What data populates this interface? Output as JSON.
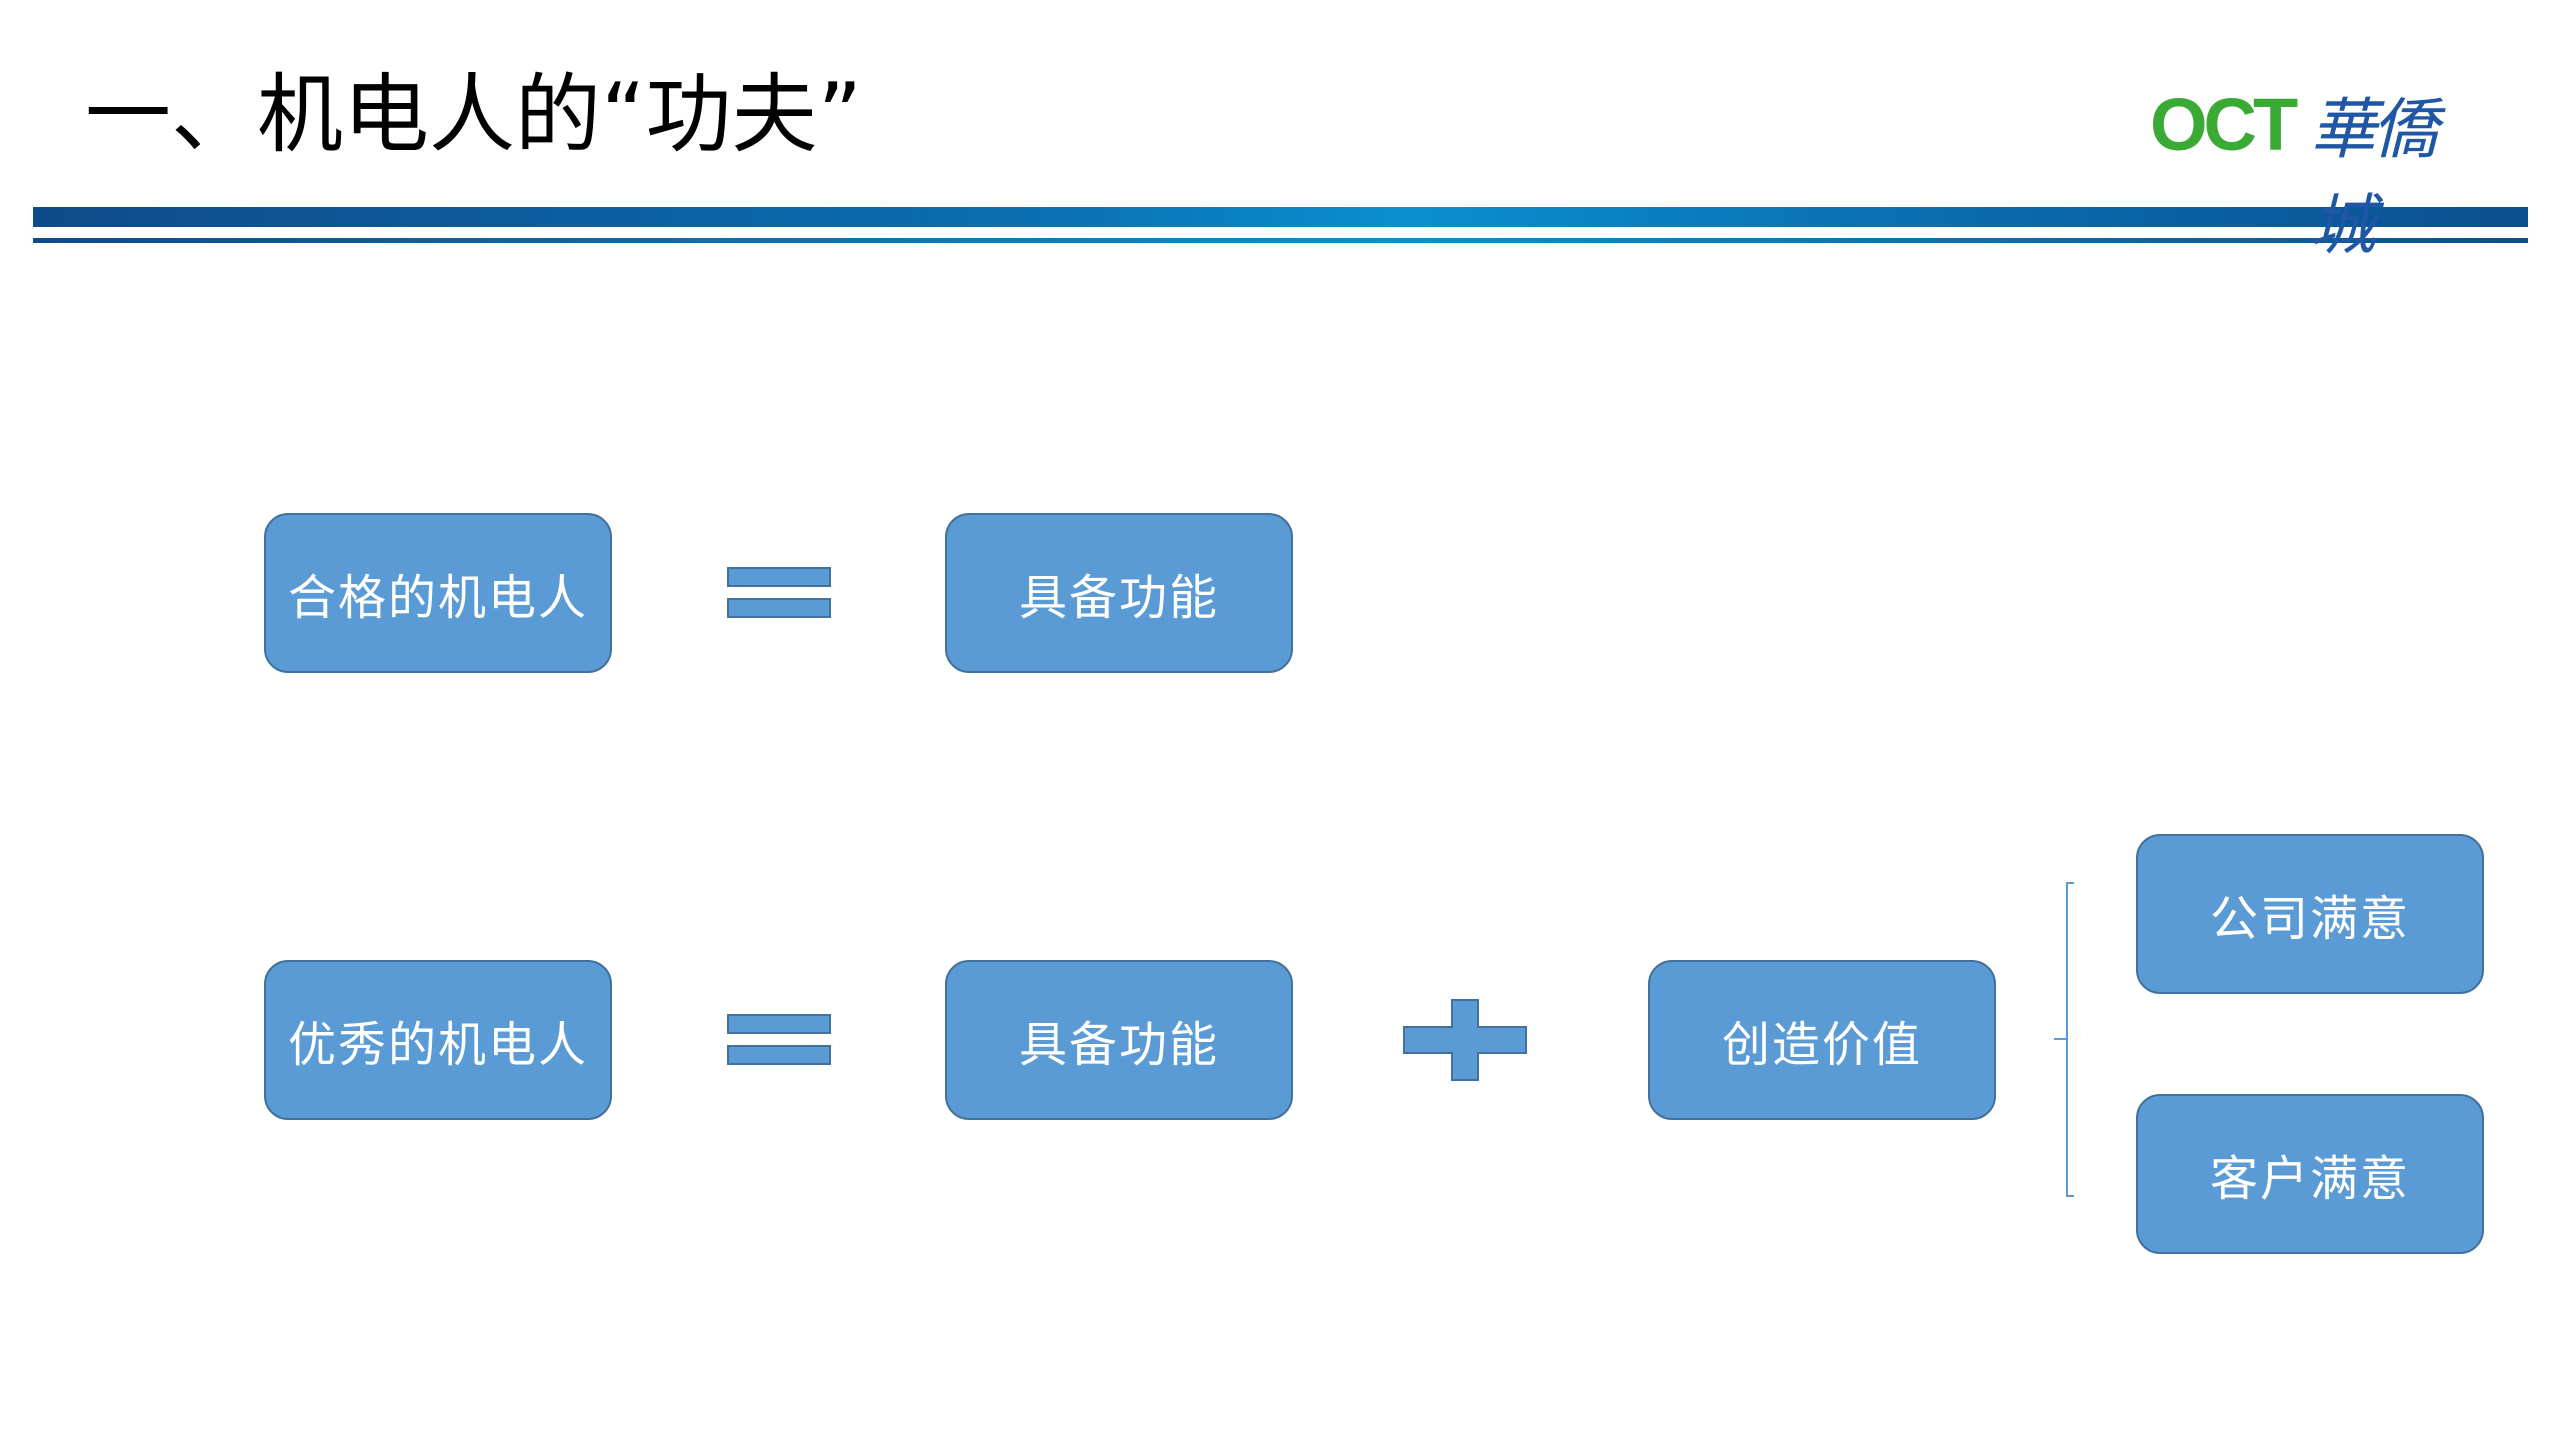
{
  "header": {
    "title": "一、机电人的“功夫”",
    "logo": {
      "latin": "OCT",
      "chinese": "華僑城"
    }
  },
  "colors": {
    "box_fill": "#5b9bd5",
    "box_border": "#41719c",
    "logo_green": "#3aaa35",
    "logo_blue": "#1f56a5"
  },
  "row1": {
    "left": "合格的机电人",
    "operator": "equals",
    "right": "具备功能"
  },
  "row2": {
    "left": "优秀的机电人",
    "operator": "equals",
    "term1": "具备功能",
    "plus": "plus",
    "term2": "创造价值",
    "outcomes": [
      "公司满意",
      "客户满意"
    ]
  }
}
